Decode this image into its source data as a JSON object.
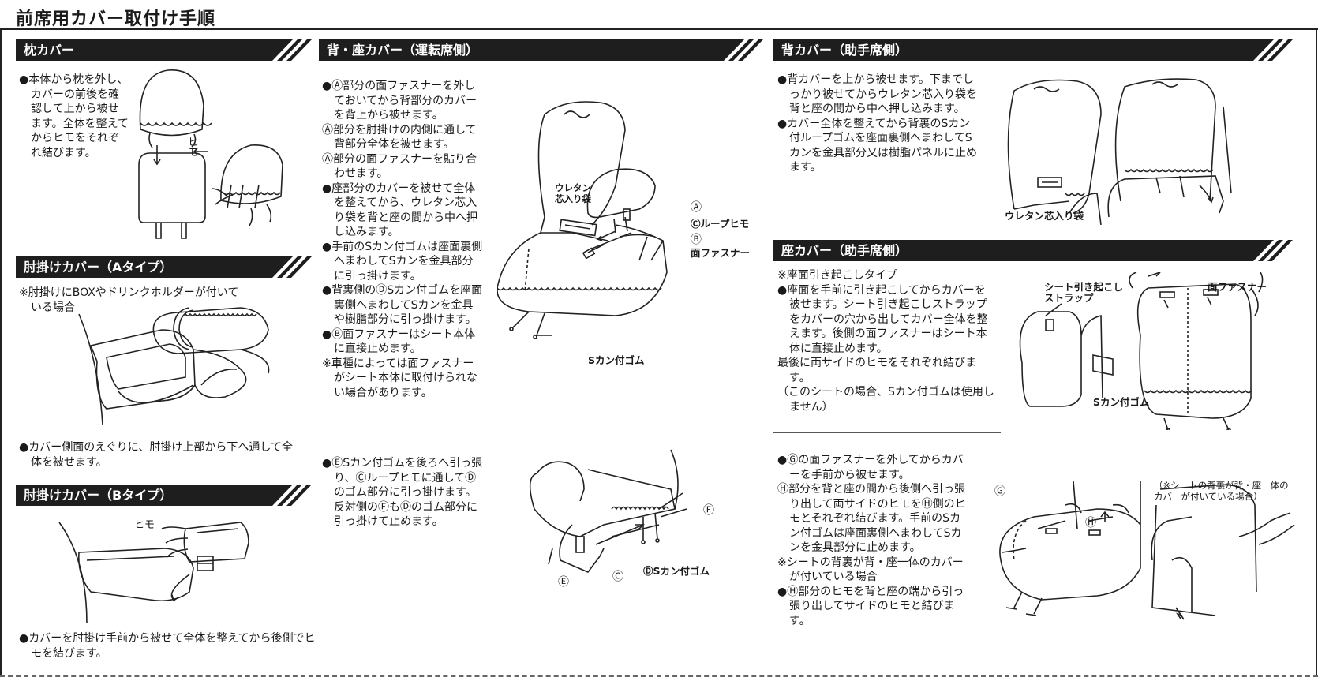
{
  "page_title": "前席用カバー取付け手順",
  "sections": {
    "pillow": {
      "title": "枕カバー",
      "items": [
        "●本体から枕を外し、カバーの前後を確認して上から被せます。全体を整えてからヒモをそれぞれ結びます。"
      ],
      "labels": {
        "himo": "ヒモ"
      }
    },
    "armrest_a": {
      "title": "肘掛けカバー（Aタイプ）",
      "note": "※肘掛けにBOXやドリンクホルダーが付いている場合",
      "items": [
        "●カバー側面のえぐりに、肘掛け上部から下へ通して全体を被せます。"
      ]
    },
    "armrest_b": {
      "title": "肘掛けカバー（Bタイプ）",
      "labels": {
        "himo": "ヒモ"
      },
      "items": [
        "●カバーを肘掛け手前から被せて全体を整えてから後側でヒモを結びます。"
      ]
    },
    "driver": {
      "title": "背・座カバー（運転席側）",
      "item1": [
        "●Ⓐ部分の面ファスナーを外しておいてから背部分のカバーを背上から被せます。",
        "Ⓐ部分を肘掛けの内側に通して背部分全体を被せます。",
        "Ⓐ部分の面ファスナーを貼り合わせます。"
      ],
      "item2": "●座部分のカバーを被せて全体を整えてから、ウレタン芯入り袋を背と座の間から中へ押し込みます。",
      "item3": "●手前のSカン付ゴムは座面裏側へまわしてSカンを金具部分に引っ掛けます。",
      "item4": "●背裏側のⒹSカン付ゴムを座面裏側へまわしてSカンを金具や樹脂部分に引っ掛けます。",
      "item5": [
        "●Ⓑ面ファスナーはシート本体に直接止めます。",
        "※車種によっては面ファスナーがシート本体に取付けられない場合があります。"
      ],
      "item6": "●ⒺSカン付ゴムを後ろへ引っ張り、Ⓒループヒモに通してⒹのゴム部分に引っ掛けます。反対側のⒻもⒹのゴム部分に引っ掛けて止めます。",
      "labels": {
        "urethane": "ウレタン\n芯入り袋",
        "a": "Ⓐ",
        "c_loop": "Ⓒループヒモ",
        "b": "Ⓑ",
        "menfasuna": "面ファスナー",
        "skan": "Sカン付ゴム",
        "f": "Ⓕ",
        "e": "Ⓔ",
        "c": "Ⓒ",
        "d_skan": "ⒹSカン付ゴム"
      }
    },
    "passenger_back": {
      "title": "背カバー（助手席側）",
      "items": [
        "●背カバーを上から被せます。下までしっかり被せてからウレタン芯入り袋を背と座の間から中へ押し込みます。",
        "●カバー全体を整えてから背裏のSカン付ループゴムを座面裏側へまわしてSカンを金具部分又は樹脂パネルに止めます。"
      ],
      "labels": {
        "urethane": "ウレタン芯入り袋"
      }
    },
    "passenger_seat": {
      "title": "座カバー（助手席側）",
      "note": "※座面引き起こしタイプ",
      "item1": [
        "●座面を手前に引き起こしてからカバーを被せます。シート引き起こしストラップをカバーの穴から出してカバー全体を整えます。後側の面ファスナーはシート本体に直接止めます。",
        "最後に両サイドのヒモをそれぞれ結びます。",
        "（このシートの場合、Sカン付ゴムは使用しません）"
      ],
      "item2": [
        "●Ⓖの面ファスナーを外してからカバーを手前から被せます。",
        "Ⓗ部分を背と座の間から後側へ引っ張り出して両サイドのヒモをⒽ側のヒモとそれぞれ結びます。手前のSカン付ゴムは座面裏側へまわしてSカンを金具部分に止めます。"
      ],
      "note2": "※シートの背裏が背・座一体のカバーが付いている場合",
      "item3": "●Ⓗ部分のヒモを背と座の端から引っ張り出してサイドのヒモと結びます。",
      "labels": {
        "strap": "シート引き起こし\nストラップ",
        "menfasuna": "面ファスナー",
        "skan": "Sカン付ゴム",
        "g": "Ⓖ",
        "h": "Ⓗ",
        "note_small": "（※シートの背裏が背・座一体の\nカバーが付いている場合）"
      }
    }
  }
}
